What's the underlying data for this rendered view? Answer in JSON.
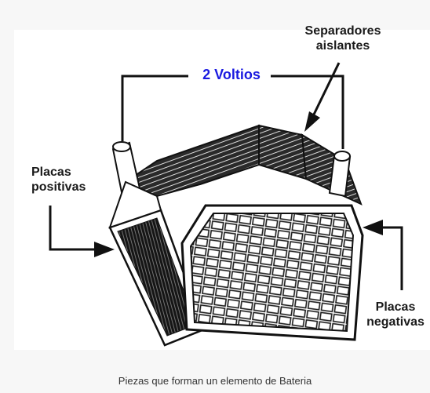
{
  "labels": {
    "separators_line1": "Separadores",
    "separators_line2": "aislantes",
    "voltage": "2 Voltios",
    "positive_line1": "Placas",
    "positive_line2": "positivas",
    "negative_line1": "Placas",
    "negative_line2": "negativas"
  },
  "caption": "Piezas que forman un elemento de Bateria",
  "colors": {
    "voltage_text": "#1a1ae0",
    "ink": "#1a1a1a",
    "background": "#f7f7f7"
  }
}
